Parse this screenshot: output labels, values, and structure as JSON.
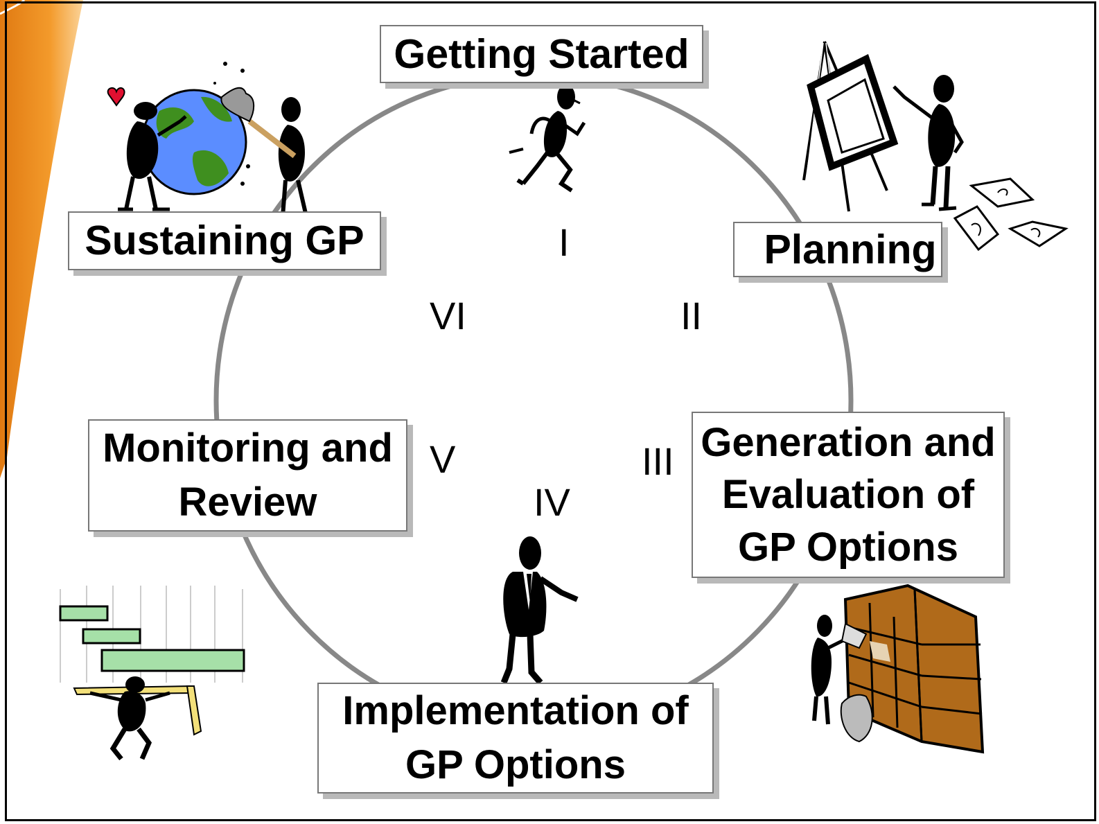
{
  "colors": {
    "cycle_ring": "#888888",
    "box_border": "#777777",
    "box_shadow": "#b9b9b9",
    "accent_orange": "#f39a2b",
    "globe_water": "#5b8dff",
    "globe_land": "#3f8f1f",
    "chart_bar": "#a6e0a8",
    "cabinet": "#b06a1a"
  },
  "stages": [
    {
      "id": "getting-started",
      "lines": [
        "Getting Started"
      ],
      "numeral": "I"
    },
    {
      "id": "planning",
      "lines": [
        "Planning"
      ],
      "numeral": "II"
    },
    {
      "id": "generation",
      "lines": [
        "Generation and",
        "Evaluation of",
        "GP Options"
      ],
      "numeral": "III"
    },
    {
      "id": "implementation",
      "lines": [
        "Implementation of",
        "GP Options"
      ],
      "numeral": "IV"
    },
    {
      "id": "monitoring",
      "lines": [
        "Monitoring and",
        "Review"
      ],
      "numeral": "V"
    },
    {
      "id": "sustaining",
      "lines": [
        "Sustaining GP"
      ],
      "numeral": "VI"
    }
  ],
  "icons": {
    "runner": "running-person-icon",
    "planner": "person-at-easel-icon",
    "filer": "person-filing-cabinet-icon",
    "pointer": "businessman-pointing-icon",
    "gantt": "person-lifting-gantt-chart-icon",
    "globe": "people-cleaning-globe-icon"
  }
}
